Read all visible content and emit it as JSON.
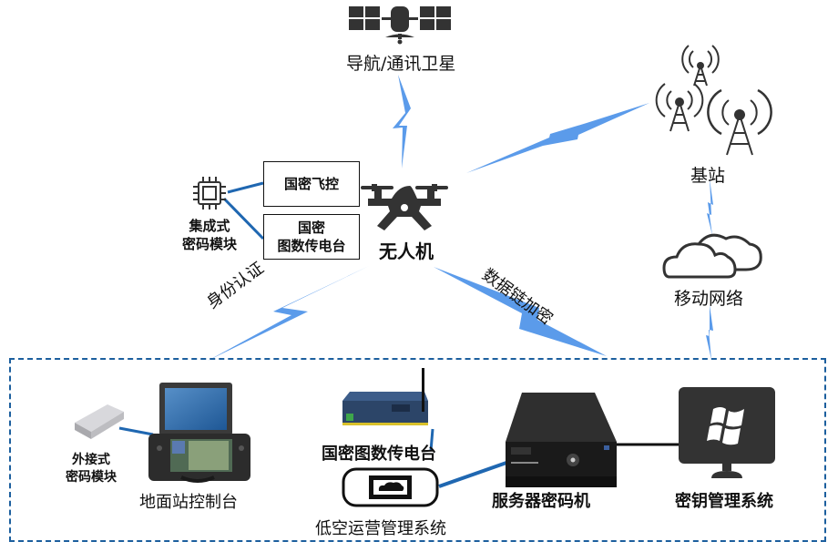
{
  "title_nodes": {
    "satellite": "导航/通讯卫星",
    "base_station": "基站",
    "mobile_network": "移动网络",
    "drone": "无人机"
  },
  "drone_modules": {
    "integrated_crypto": [
      "集成式",
      "密码模块"
    ],
    "flight_control": "国密飞控",
    "radio": [
      "国密",
      "图数传电台"
    ]
  },
  "links": {
    "identity_auth": "身份认证",
    "datalink_encryption": "数据链加密"
  },
  "ground": {
    "external_crypto": [
      "外接式",
      "密码模块"
    ],
    "ground_station": "地面站控制台",
    "radio": "国密图数传电台",
    "low_altitude_system": "低空运营管理系统",
    "server_crypto": "服务器密码机",
    "key_management": "密钥管理系统"
  },
  "colors": {
    "lightning": "#5b9bea",
    "connector": "#1f67b1",
    "zone_border": "#1c5f9e",
    "icon": "#333333"
  }
}
